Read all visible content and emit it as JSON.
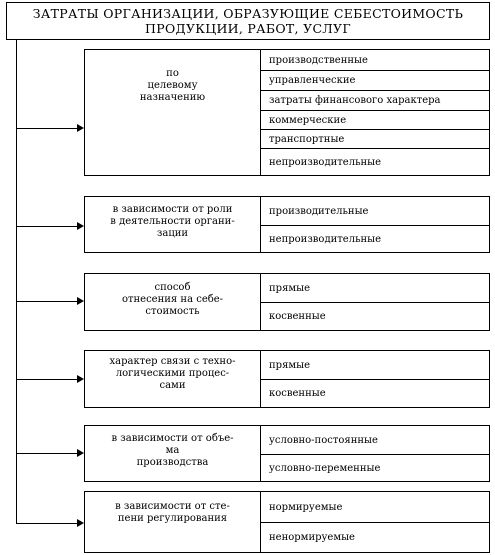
{
  "title": {
    "line1": "ЗАТРАТЫ ОРГАНИЗАЦИИ, ОБРАЗУЮЩИЕ СЕБЕСТОИМОСТЬ",
    "line2": "ПРОДУКЦИИ, РАБОТ, УСЛУГ"
  },
  "groups": [
    {
      "label": "по\nцелевому\nназначению",
      "items": [
        "производственные",
        "управленческие",
        "затраты финансового характера",
        "коммерческие",
        "транспортные",
        "непроизводительные"
      ]
    },
    {
      "label": "в зависимости от роли\nв деятельности органи-\nзации",
      "items": [
        "производительные",
        "непроизводительные"
      ]
    },
    {
      "label": "способ\nотнесения на себе-\nстоимость",
      "items": [
        "прямые",
        "косвенные"
      ]
    },
    {
      "label": "характер связи с техно-\nлогическими процес-\nсами",
      "items": [
        "прямые",
        "косвенные"
      ]
    },
    {
      "label": "в зависимости от объе-\nма\nпроизводства",
      "items": [
        "условно-постоянные",
        "условно-переменные"
      ]
    },
    {
      "label": "в зависимости от сте-\nпени регулирования",
      "items": [
        "нормируемые",
        "ненормируемые"
      ]
    }
  ]
}
